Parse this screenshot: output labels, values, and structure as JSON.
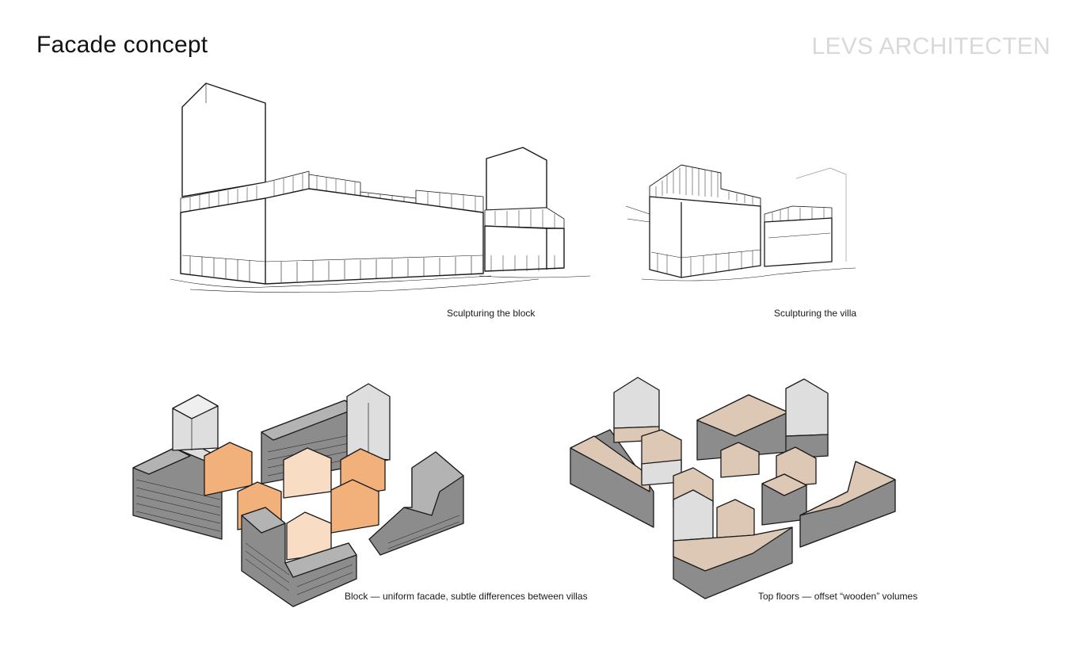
{
  "header": {
    "title": "Facade concept",
    "brand": "LEVS ARCHITECTEN"
  },
  "captions": {
    "sculpt_block": "Sculpturing the block",
    "sculpt_villa": "Sculpturing the villa",
    "block_uniform": "Block — uniform facade, subtle differences between villas",
    "top_floors": "Top floors — offset “wooden” volumes"
  },
  "colors": {
    "ink": "#1a1a1a",
    "brand_grey": "#d9d9d9",
    "orange_strong": "#f2b07a",
    "orange_light": "#f8dcc3",
    "wood": "#dcc8b4",
    "concrete_dark": "#8c8c8c",
    "concrete_mid": "#b3b3b3",
    "concrete_light": "#dedede"
  }
}
